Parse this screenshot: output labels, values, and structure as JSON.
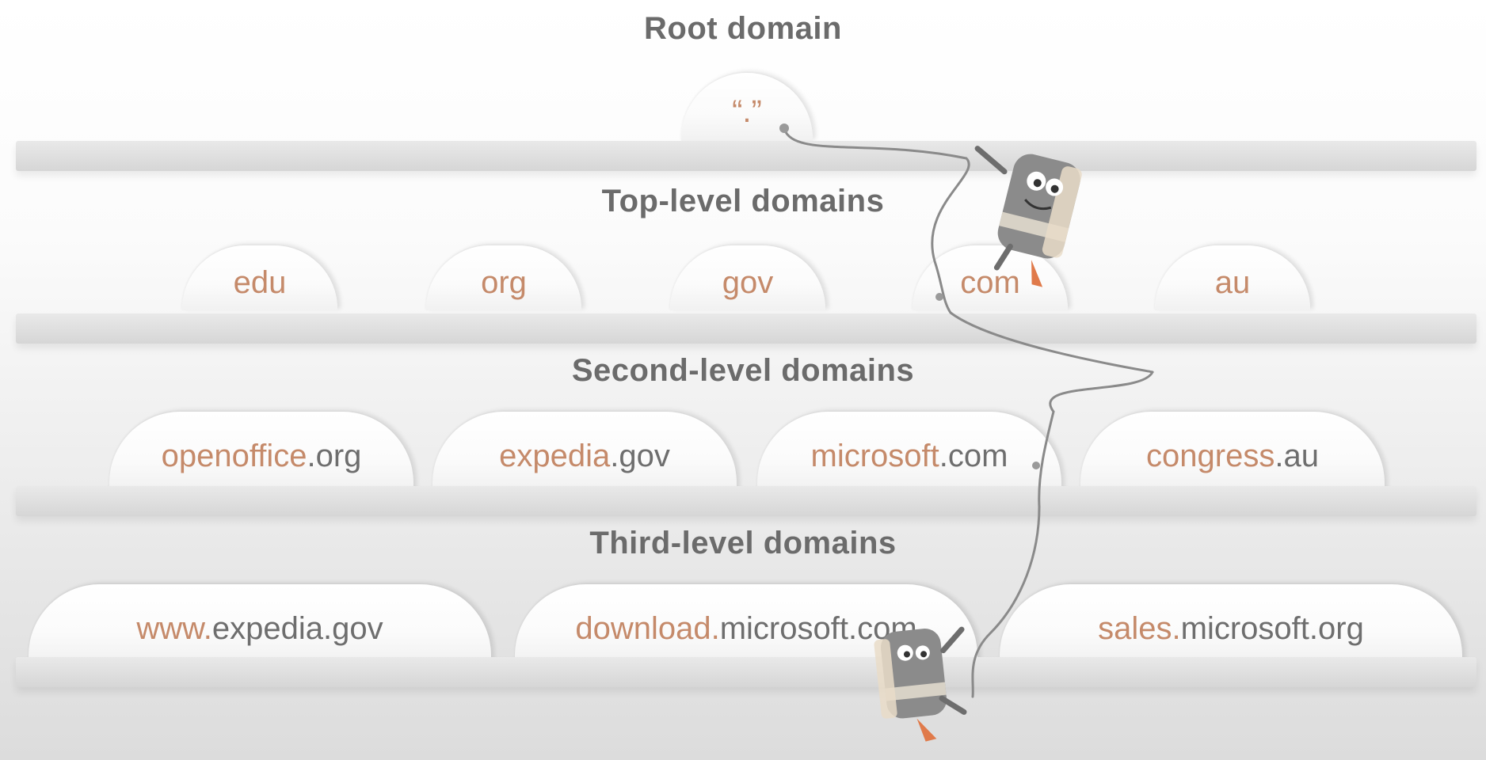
{
  "levels": {
    "root": {
      "heading": "Root domain",
      "items": [
        {
          "sub": "“.”",
          "rest": ""
        }
      ]
    },
    "top": {
      "heading": "Top-level domains",
      "items": [
        {
          "sub": "edu",
          "rest": ""
        },
        {
          "sub": "org",
          "rest": ""
        },
        {
          "sub": "gov",
          "rest": ""
        },
        {
          "sub": "com",
          "rest": ""
        },
        {
          "sub": "au",
          "rest": ""
        }
      ]
    },
    "second": {
      "heading": "Second-level domains",
      "items": [
        {
          "sub": "openoffice",
          "rest": ".org"
        },
        {
          "sub": "expedia",
          "rest": ".gov"
        },
        {
          "sub": "microsoft",
          "rest": ".com"
        },
        {
          "sub": "congress",
          "rest": ".au"
        }
      ]
    },
    "third": {
      "heading": "Third-level domains",
      "items": [
        {
          "sub": "www.",
          "rest": "expedia.gov"
        },
        {
          "sub": "download.",
          "rest": "microsoft.com"
        },
        {
          "sub": "sales.",
          "rest": "microsoft.org"
        }
      ]
    }
  },
  "colors": {
    "subdomain": "#c58a6a",
    "domain": "#6e6e6e",
    "heading": "#6b6b6b",
    "shelf": "#d9d9d9",
    "rope": "#8a8a8a",
    "rocket_flame": "#e07a4a"
  },
  "icons": {
    "climber_top": "robot-climber-icon",
    "climber_bottom": "robot-climber-icon",
    "rope": "rope-path"
  }
}
